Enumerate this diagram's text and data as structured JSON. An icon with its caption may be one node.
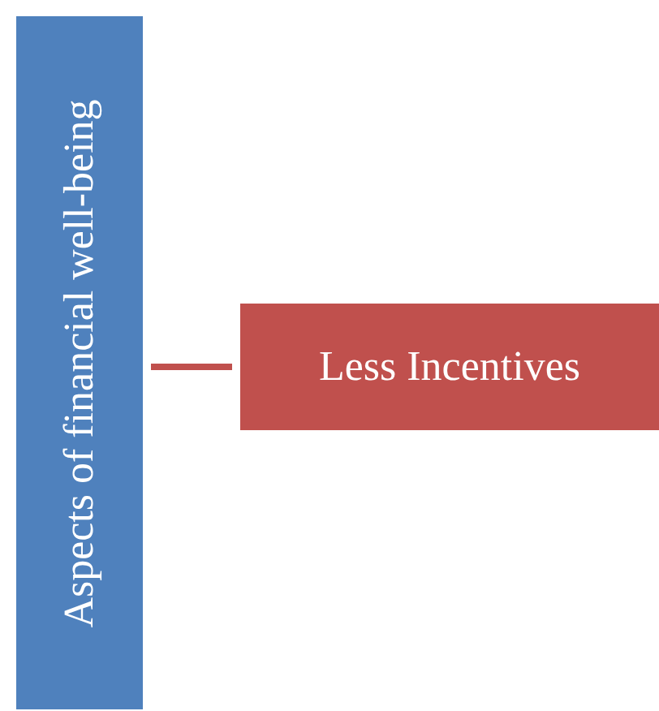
{
  "diagram": {
    "nodes": [
      {
        "text": [
          "Aspects of financial well-being"
        ]
      },
      {
        "text": [
          "Less Incentives"
        ]
      }
    ],
    "edges": [
      {
        "from": 0,
        "to": 1,
        "arrow": "none"
      }
    ]
  }
}
